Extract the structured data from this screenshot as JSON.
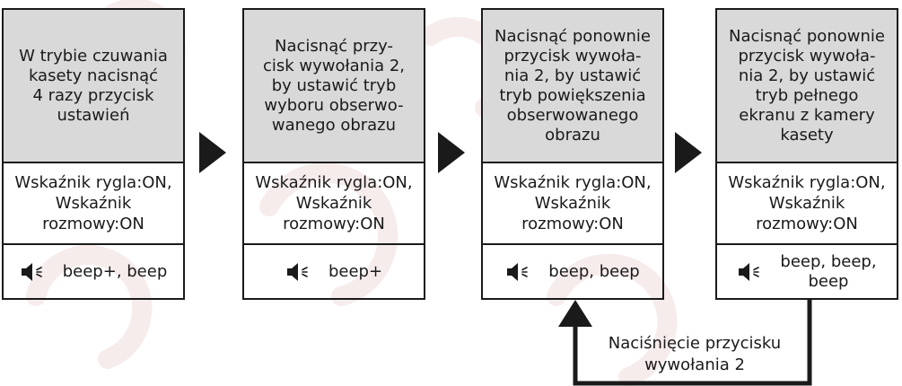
{
  "steps": [
    {
      "action": "W trybie czuwania\nkasety nacisnąć\n4 razy przycisk\nustawień",
      "indicators": "Wskaźnik rygla:ON,\nWskaźnik\nrozmowy:ON",
      "sound": "beep+, beep"
    },
    {
      "action": "Nacisnąć przy-\ncisk wywołania 2,\nby ustawić tryb\nwyboru obserwo-\nwanego obrazu",
      "indicators": "Wskaźnik rygla:ON,\nWskaźnik\nrozmowy:ON",
      "sound": "beep+"
    },
    {
      "action": "Nacisnąć ponownie\nprzycisk wywoła-\nnia 2, by ustawić\ntryb powiększenia\nobserwowanego\nobrazu",
      "indicators": "Wskaźnik rygla:ON,\nWskaźnik\nrozmowy:ON",
      "sound": "beep, beep"
    },
    {
      "action": "Nacisnąć ponownie\nprzycisk wywoła-\nnia 2, by ustawić\ntryb pełnego\nekranu z kamery\nkasety",
      "indicators": "Wskaźnik rygla:ON,\nWskaźnik\nrozmowy:ON",
      "sound": "beep, beep,\nbeep"
    }
  ],
  "loop_label": "Naciśnięcie przycisku\nwywołania 2",
  "icons": {
    "sound": "speaker-icon",
    "next": "arrow-right-icon"
  },
  "colors": {
    "box_fill": "#d9d9d9",
    "line": "#1a1a1a",
    "watermark": "#f6eceb"
  }
}
